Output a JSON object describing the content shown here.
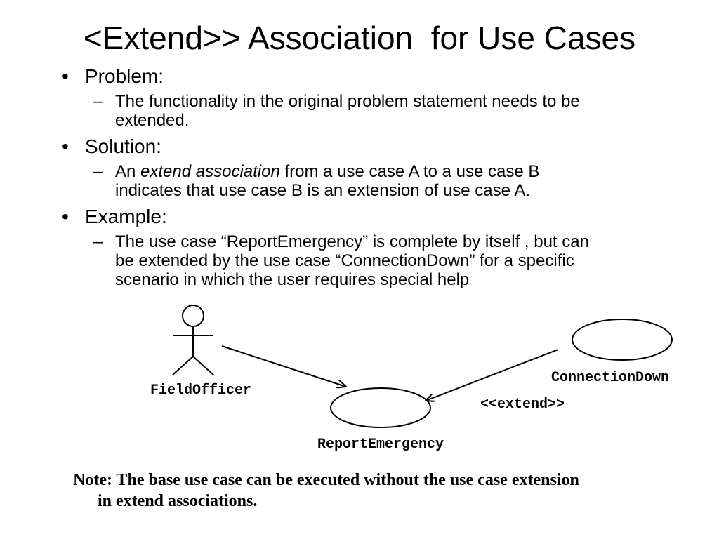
{
  "slide": {
    "title": "<Extend>> Association  for Use Cases",
    "bullets": [
      {
        "label": "Problem:",
        "sub": [
          {
            "parts": [
              {
                "text": "The functionality in the original problem statement needs to be extended.",
                "italic": false
              }
            ]
          }
        ]
      },
      {
        "label": "Solution:",
        "sub": [
          {
            "parts": [
              {
                "text": "An ",
                "italic": false
              },
              {
                "text": "extend association",
                "italic": true
              },
              {
                "text": " from a use case A to a use case B indicates that use case B is an extension of use case A.",
                "italic": false
              }
            ]
          }
        ]
      },
      {
        "label": "Example:",
        "sub": [
          {
            "parts": [
              {
                "text": "The use case “ReportEmergency” is complete by itself , but can be extended by the use case “ConnectionDown” for a specific scenario in which the user requires special help",
                "italic": false
              }
            ]
          }
        ]
      }
    ],
    "bullet_symbol": "•",
    "dash_symbol": "–"
  },
  "diagram": {
    "actor": {
      "label": "FieldOfficer"
    },
    "base_use_case": {
      "label": "ReportEmergency"
    },
    "extension_use_case": {
      "label": "ConnectionDown"
    },
    "extend_label": "<<extend>>"
  },
  "note": {
    "line1": "Note: The base use case can be executed without the use case extension",
    "line2": "in extend associations."
  }
}
